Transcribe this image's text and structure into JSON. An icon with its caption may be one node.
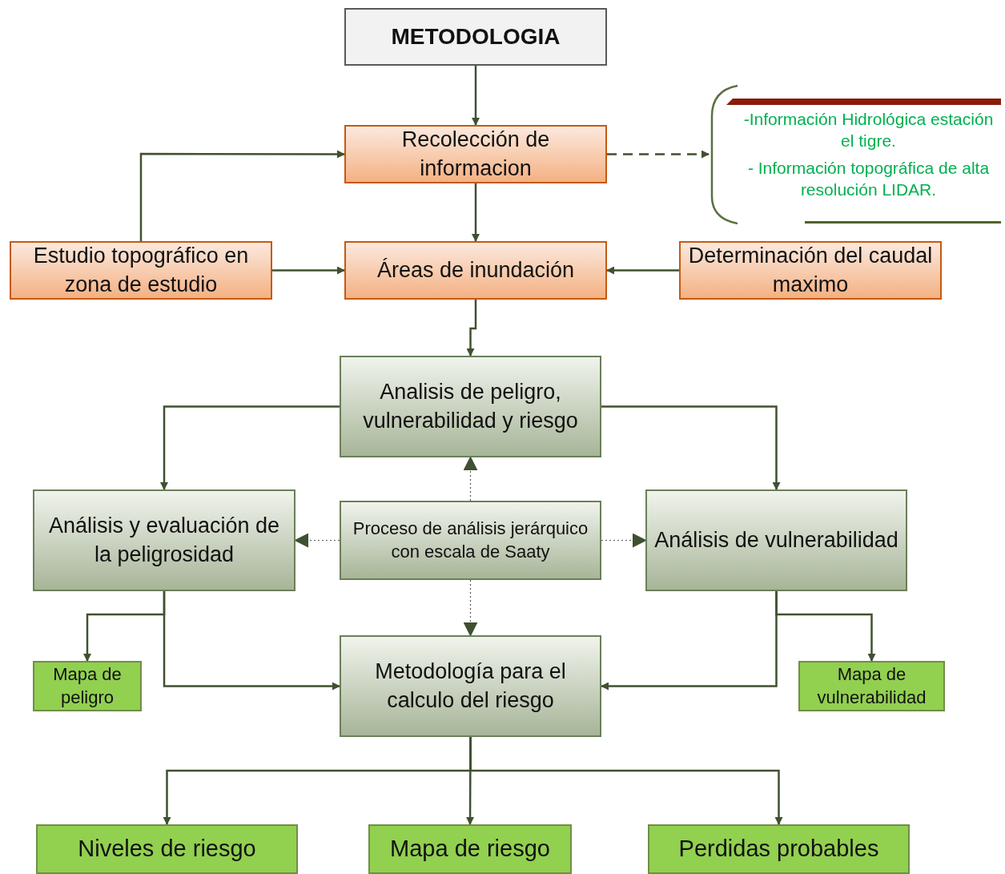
{
  "diagram": {
    "nodes": [
      {
        "text": [
          "METODOLOGIA"
        ]
      },
      {
        "text": [
          "Recolección de informacion"
        ]
      },
      {
        "text": [
          "-Información Hidrológica estación el tigre.",
          "- Información topográfica de alta resolución LIDAR."
        ]
      },
      {
        "text": [
          "Estudio topográfico en zona de estudio"
        ]
      },
      {
        "text": [
          "Áreas de inundación"
        ]
      },
      {
        "text": [
          "Determinación del caudal maximo"
        ]
      },
      {
        "text": [
          "Analisis de peligro, vulnerabilidad y riesgo"
        ]
      },
      {
        "text": [
          "Análisis y evaluación de la peligrosidad"
        ]
      },
      {
        "text": [
          "Proceso de análisis jerárquico  con escala de Saaty"
        ]
      },
      {
        "text": [
          "Análisis de vulnerabilidad"
        ]
      },
      {
        "text": [
          "Mapa de peligro"
        ]
      },
      {
        "text": [
          "Metodología para el calculo del riesgo"
        ]
      },
      {
        "text": [
          "Mapa de vulnerabilidad"
        ]
      },
      {
        "text": [
          "Niveles de riesgo"
        ]
      },
      {
        "text": [
          "Mapa de riesgo"
        ]
      },
      {
        "text": [
          "Perdidas probables"
        ]
      }
    ],
    "edges": [
      {
        "from": 0,
        "to": 1,
        "arrow": "to"
      },
      {
        "from": 1,
        "to": 2,
        "arrow": "to",
        "style": "dashed"
      },
      {
        "from": 3,
        "to": 1,
        "arrow": "to"
      },
      {
        "from": 1,
        "to": 4,
        "arrow": "to"
      },
      {
        "from": 3,
        "to": 4,
        "arrow": "to"
      },
      {
        "from": 5,
        "to": 4,
        "arrow": "to"
      },
      {
        "from": 4,
        "to": 6,
        "arrow": "to"
      },
      {
        "from": 6,
        "to": 7,
        "arrow": "to"
      },
      {
        "from": 6,
        "to": 9,
        "arrow": "to"
      },
      {
        "from": 8,
        "to": 6,
        "arrow": "to",
        "style": "dashed",
        "color": "#555555"
      },
      {
        "from": 8,
        "to": 7,
        "arrow": "to",
        "style": "dashed",
        "color": "#555555"
      },
      {
        "from": 8,
        "to": 9,
        "arrow": "to",
        "style": "dashed",
        "color": "#555555"
      },
      {
        "from": 8,
        "to": 11,
        "arrow": "to",
        "style": "dashed",
        "color": "#555555"
      },
      {
        "from": 7,
        "to": 10,
        "arrow": "to"
      },
      {
        "from": 7,
        "to": 11,
        "arrow": "to"
      },
      {
        "from": 9,
        "to": 11,
        "arrow": "to"
      },
      {
        "from": 9,
        "to": 12,
        "arrow": "to"
      },
      {
        "from": 11,
        "to": 13,
        "arrow": "to"
      },
      {
        "from": 11,
        "to": 14,
        "arrow": "to"
      },
      {
        "from": 11,
        "to": 15,
        "arrow": "to"
      }
    ]
  }
}
